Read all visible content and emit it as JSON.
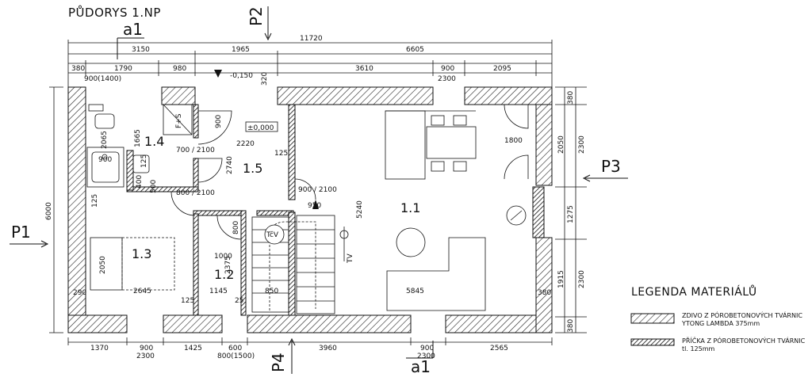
{
  "title": "PŮDORYS 1.NP",
  "sections": {
    "a1_top": "a1",
    "a1_bottom": "a1",
    "p1": "P1",
    "p2": "P2",
    "p3": "P3",
    "p4": "P4"
  },
  "rooms": {
    "r11": "1.1",
    "r12": "1.2",
    "r13": "1.3",
    "r14": "1.4",
    "r15": "1.5"
  },
  "dims_top": {
    "overall": "11720",
    "d3150": "3150",
    "d1965": "1965",
    "d3610": "3610",
    "d6605": "6605",
    "d380a": "380",
    "d1790": "1790",
    "d980": "980",
    "d900": "900",
    "d2095": "2095",
    "d900_1400": "900(1400)",
    "d2300": "2300",
    "level_top": "-0,150",
    "d320": "320"
  },
  "dims_bottom": {
    "d1370": "1370",
    "d900a": "900",
    "d2300a": "2300",
    "d1425": "1425",
    "d600": "600",
    "d800_1500": "800(1500)",
    "d3960": "3960",
    "d900b": "900",
    "d2300b": "2300",
    "d2565": "2565"
  },
  "dims_right": {
    "d380a": "380",
    "d2050": "2050",
    "d2300a": "2300",
    "d1275": "1275",
    "d1915": "1915",
    "d2300b": "2300",
    "d380b": "380"
  },
  "dims_left": {
    "d6000": "6000"
  },
  "dims_interior": {
    "d1665": "1665",
    "d2065": "2065",
    "d900": "900",
    "d700_2100": "700 / 2100",
    "d800_2100": "800 / 2100",
    "d125a": "125",
    "d125b": "125",
    "d125c": "125",
    "d500": "500",
    "d400": "400",
    "d900v": "900",
    "d2220": "2220",
    "d2740": "2740",
    "level_box": "±0,000",
    "d900_2100": "900 / 2100",
    "d950": "950",
    "d5240": "5240",
    "d1800": "1800",
    "d2050": "2050",
    "d2645": "2645",
    "d1145": "1145",
    "d1000": "1000",
    "d2375": "2375",
    "d850": "850",
    "d5845": "5845",
    "d380": "380",
    "d290": "290",
    "d125d": "125",
    "d25": "25",
    "d800v": "800",
    "fixture_fs": "F+S",
    "fixture_tv": "TV",
    "fixture_tcv": "TčV"
  },
  "legend": {
    "title": "LEGENDA MATERIÁLŮ",
    "item1_line1": "ZDIVO Z PÓROBETONOVÝCH TVÁRNIC",
    "item1_line2": "YTONG LAMBDA 375mm",
    "item2_line1": "PŘÍČKA Z PÓROBETONOVÝCH TVÁRNIC",
    "item2_line2": "tl. 125mm"
  }
}
